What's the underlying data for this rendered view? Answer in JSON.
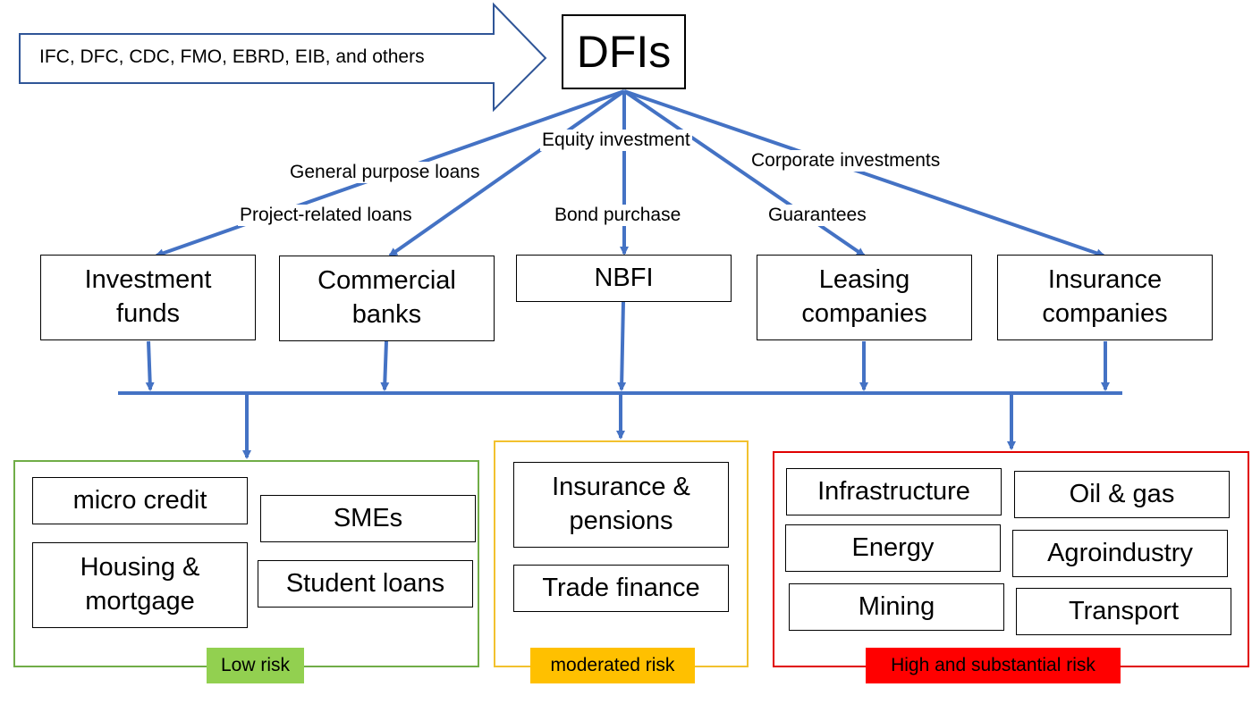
{
  "colors": {
    "line": "#4472c4",
    "low": "#70ad47",
    "moderate": "#f2c12e",
    "high": "#e00000",
    "low_tag": "#92d050",
    "moderate_tag": "#ffc000",
    "high_tag": "#ff0000"
  },
  "source": {
    "label": "IFC, DFC, CDC, FMO, EBRD, EIB, and others"
  },
  "hub": {
    "label": "DFIs"
  },
  "instruments": {
    "equity": "Equity investment",
    "general_loans": "General purpose loans",
    "corporate": "Corporate investments",
    "project_loans": "Project-related loans",
    "bond": "Bond purchase",
    "guarantees": "Guarantees"
  },
  "intermediaries": [
    {
      "line1": "Investment",
      "line2": "funds"
    },
    {
      "line1": "Commercial",
      "line2": "banks"
    },
    {
      "line1": "NBFI",
      "line2": ""
    },
    {
      "line1": "Leasing",
      "line2": "companies"
    },
    {
      "line1": "Insurance",
      "line2": "companies"
    }
  ],
  "low_risk": {
    "tag": "Low risk",
    "items": [
      {
        "line1": "micro credit",
        "line2": ""
      },
      {
        "line1": "SMEs",
        "line2": ""
      },
      {
        "line1": "Housing &",
        "line2": "mortgage"
      },
      {
        "line1": "Student loans",
        "line2": ""
      }
    ]
  },
  "moderate_risk": {
    "tag": "moderated risk",
    "items": [
      {
        "line1": "Insurance &",
        "line2": "pensions"
      },
      {
        "line1": "Trade finance",
        "line2": ""
      }
    ]
  },
  "high_risk": {
    "tag": "High and substantial risk",
    "items": [
      {
        "line1": "Infrastructure",
        "line2": ""
      },
      {
        "line1": "Oil & gas",
        "line2": ""
      },
      {
        "line1": "Energy",
        "line2": ""
      },
      {
        "line1": "Agroindustry",
        "line2": ""
      },
      {
        "line1": "Mining",
        "line2": ""
      },
      {
        "line1": "Transport",
        "line2": ""
      }
    ]
  }
}
